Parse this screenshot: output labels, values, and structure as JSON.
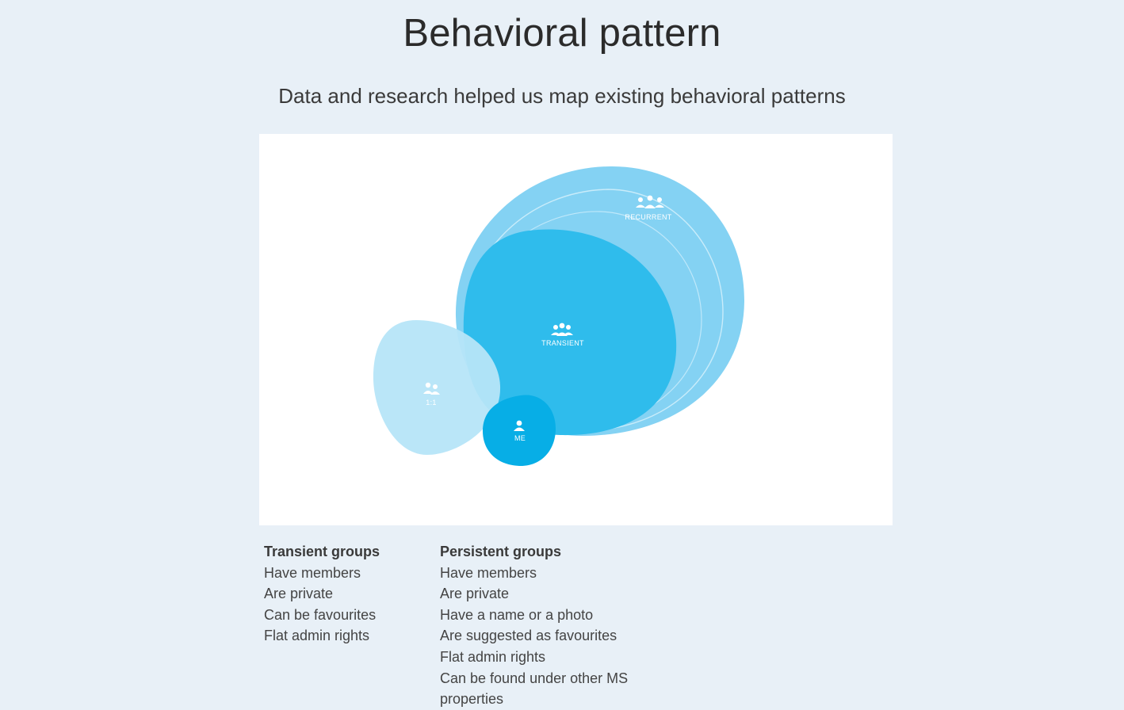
{
  "page": {
    "title": "Behavioral pattern",
    "subtitle": "Data and research helped us map existing behavioral patterns"
  },
  "diagram": {
    "bubbles": [
      {
        "label": "RECURRENT",
        "icon": "group-icon",
        "color": "#84d2f3"
      },
      {
        "label": "TRANSIENT",
        "icon": "group-icon",
        "color": "#2fbcec"
      },
      {
        "label": "1:1",
        "icon": "pair-icon",
        "color": "#b6e5f8"
      },
      {
        "label": "ME",
        "icon": "person-icon",
        "color": "#07aee6"
      }
    ]
  },
  "columns": {
    "transient": {
      "heading": "Transient groups",
      "items": [
        "Have members",
        "Are private",
        "Can be favourites",
        "Flat admin rights"
      ]
    },
    "persistent": {
      "heading": "Persistent groups",
      "items": [
        "Have members",
        "Are private",
        "Have a name or a photo",
        "Are suggested as favourites",
        "Flat admin rights",
        "Can be found under other MS properties"
      ]
    }
  }
}
